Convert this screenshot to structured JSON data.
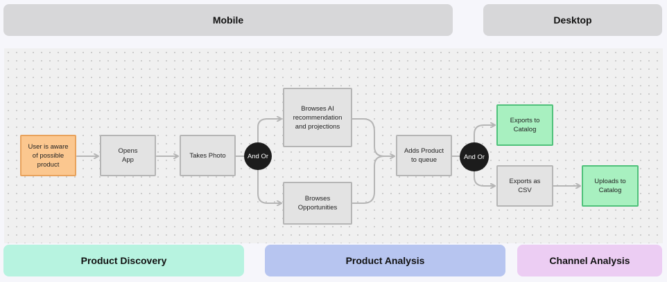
{
  "platforms": {
    "mobile": "Mobile",
    "desktop": "Desktop"
  },
  "nodes": {
    "aware": "User is aware of possible product",
    "opens_app": "Opens App",
    "takes_photo": "Takes Photo",
    "gateway_1": "And Or",
    "browse_ai": "Browses AI recommendation and projections",
    "browse_opps": "Browses Opportunities",
    "add_queue": "Adds Product to queue",
    "gateway_2": "And Or",
    "export_catalog": "Exports to Catalog",
    "export_csv": "Exports as CSV",
    "upload_catalog": "Uploads to Catalog"
  },
  "phases": {
    "discovery": "Product Discovery",
    "analysis": "Product Analysis",
    "channel": "Channel Analysis"
  },
  "colors": {
    "start_fill": "#fbc78f",
    "end_fill": "#a8f0c0",
    "step_fill": "#e3e3e3",
    "gateway_fill": "#1c1c1c",
    "connector": "#b5b5b5"
  }
}
